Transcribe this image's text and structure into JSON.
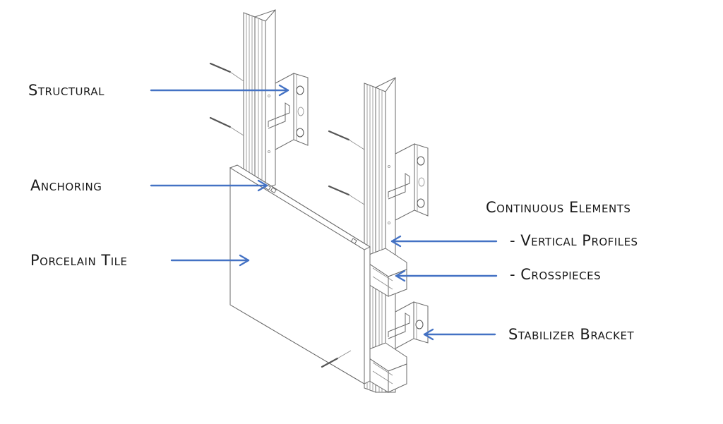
{
  "diagram": {
    "title": "Ventilated facade porcelain tile substructure",
    "labels": {
      "structural": "Structural",
      "anchoring": "Anchoring",
      "porcelain_tile": "Porcelain Tile",
      "continuous_elements": "Continuous Elements",
      "vertical_profiles": "-  Vertical Profiles",
      "crosspieces": "-  Crosspieces",
      "stabilizer_bracket": "Stabilizer Bracket"
    },
    "colors": {
      "arrow": "#4472c4",
      "line": "#6a6a6a",
      "text": "#1a1a1a",
      "background": "#ffffff"
    }
  }
}
